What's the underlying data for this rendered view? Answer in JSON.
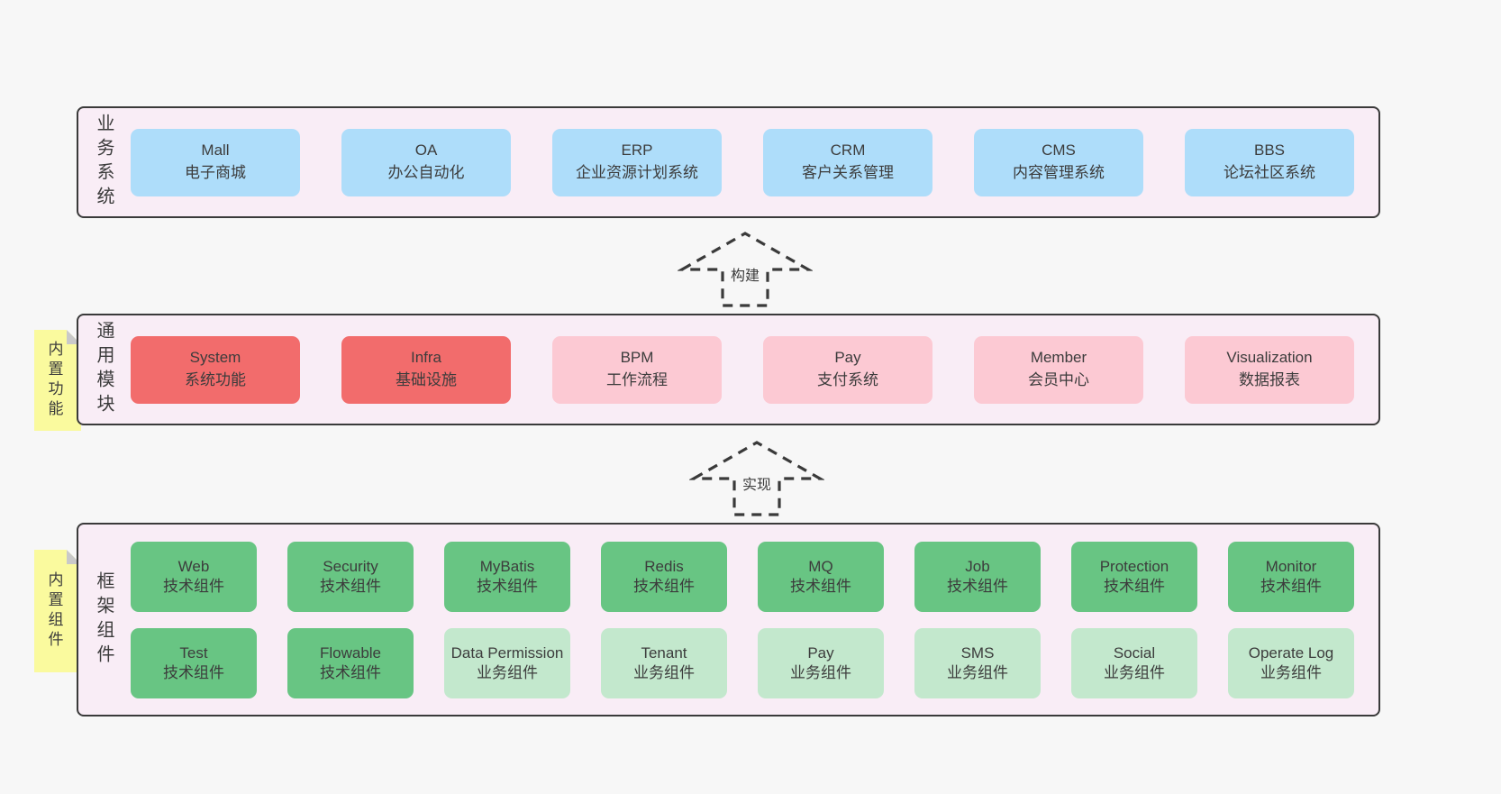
{
  "colors": {
    "page_bg": "#f7f7f7",
    "panel_bg": "#f9edf6",
    "panel_border": "#3a3a3a",
    "blue": "#aeddfa",
    "red": "#f26c6c",
    "pink": "#fcc9d3",
    "green": "#68c583",
    "lightgreen": "#c3e8cd",
    "yellow": "#fafa9e",
    "fold_gray": "#c9c9c9",
    "text": "#3c3c3c",
    "arrow": "#3a3a3a"
  },
  "sections": [
    {
      "label": "业务系统",
      "rows": [
        [
          {
            "name": "Mall",
            "desc": "电子商城",
            "variant": "blue"
          },
          {
            "name": "OA",
            "desc": "办公自动化",
            "variant": "blue"
          },
          {
            "name": "ERP",
            "desc": "企业资源计划系统",
            "variant": "blue"
          },
          {
            "name": "CRM",
            "desc": "客户关系管理",
            "variant": "blue"
          },
          {
            "name": "CMS",
            "desc": "内容管理系统",
            "variant": "blue"
          },
          {
            "name": "BBS",
            "desc": "论坛社区系统",
            "variant": "blue"
          }
        ]
      ]
    },
    {
      "label": "通用模块",
      "sticky": "内置功能",
      "rows": [
        [
          {
            "name": "System",
            "desc": "系统功能",
            "variant": "red"
          },
          {
            "name": "Infra",
            "desc": "基础设施",
            "variant": "red"
          },
          {
            "name": "BPM",
            "desc": "工作流程",
            "variant": "pink"
          },
          {
            "name": "Pay",
            "desc": "支付系统",
            "variant": "pink"
          },
          {
            "name": "Member",
            "desc": "会员中心",
            "variant": "pink"
          },
          {
            "name": "Visualization",
            "desc": "数据报表",
            "variant": "pink"
          }
        ]
      ]
    },
    {
      "label": "框架组件",
      "sticky": "内置组件",
      "rows": [
        [
          {
            "name": "Web",
            "desc": "技术组件",
            "variant": "green"
          },
          {
            "name": "Security",
            "desc": "技术组件",
            "variant": "green"
          },
          {
            "name": "MyBatis",
            "desc": "技术组件",
            "variant": "green"
          },
          {
            "name": "Redis",
            "desc": "技术组件",
            "variant": "green"
          },
          {
            "name": "MQ",
            "desc": "技术组件",
            "variant": "green"
          },
          {
            "name": "Job",
            "desc": "技术组件",
            "variant": "green"
          },
          {
            "name": "Protection",
            "desc": "技术组件",
            "variant": "green"
          },
          {
            "name": "Monitor",
            "desc": "技术组件",
            "variant": "green"
          }
        ],
        [
          {
            "name": "Test",
            "desc": "技术组件",
            "variant": "green"
          },
          {
            "name": "Flowable",
            "desc": "技术组件",
            "variant": "green"
          },
          {
            "name": "Data Permission",
            "desc": "业务组件",
            "variant": "lightgreen"
          },
          {
            "name": "Tenant",
            "desc": "业务组件",
            "variant": "lightgreen"
          },
          {
            "name": "Pay",
            "desc": "业务组件",
            "variant": "lightgreen"
          },
          {
            "name": "SMS",
            "desc": "业务组件",
            "variant": "lightgreen"
          },
          {
            "name": "Social",
            "desc": "业务组件",
            "variant": "lightgreen"
          },
          {
            "name": "Operate Log",
            "desc": "业务组件",
            "variant": "lightgreen"
          }
        ]
      ]
    }
  ],
  "arrows": [
    {
      "label": "构建"
    },
    {
      "label": "实现"
    }
  ]
}
